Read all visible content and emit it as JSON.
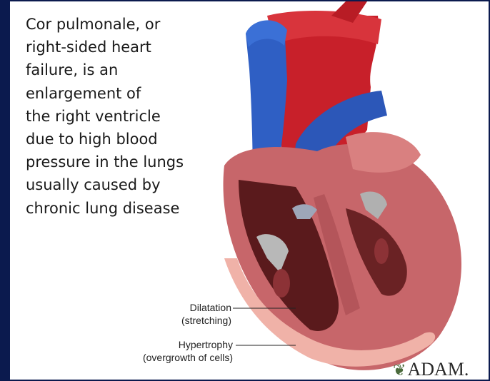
{
  "description": "Cor pulmonale, or\nright-sided heart\nfailure, is an\nenlargement of\nthe right ventricle\ndue to high blood\npressure in the lungs\nusually caused by\nchronic lung disease",
  "labels": {
    "dilatation": "Dilatation\n(stretching)",
    "hypertrophy": "Hypertrophy\n(overgrowth of cells)"
  },
  "logo": {
    "mark": "❦",
    "text": "ADAM."
  },
  "colors": {
    "frame": "#0b1a4e",
    "vein_blue": "#2f5fc4",
    "artery_red": "#c8202a",
    "muscle": "#c7666a",
    "muscle_light": "#f0b2a8",
    "chamber_dark": "#5a1a1c"
  }
}
